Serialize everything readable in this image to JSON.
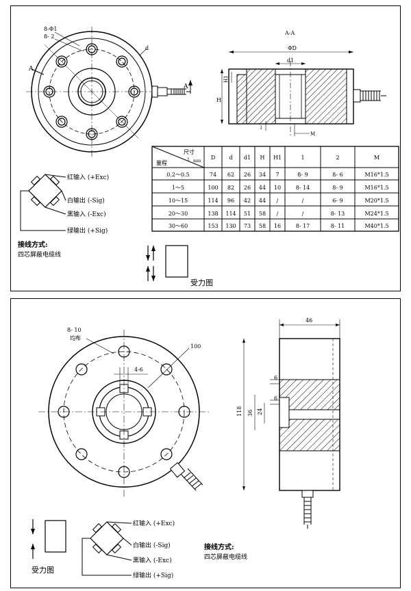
{
  "top": {
    "section_label": "A-A",
    "label_holes": "8-Φ1",
    "label_holes2": "8- 2",
    "label_d_front": "d",
    "label_A_left": "A",
    "label_A_right": "A",
    "dim_phiD": "ΦD",
    "dim_d1": "d1",
    "dim_H": "H",
    "dim_H1": "H1",
    "dim_l": "l",
    "dim_M": "M",
    "table": {
      "corner_top": "尺寸",
      "corner_bottom": "量程",
      "corner_t": "t",
      "corner_mm": "mm",
      "headers": [
        "D",
        "d",
        "d1",
        "H",
        "H1",
        "1",
        "2",
        "M"
      ],
      "rows": [
        [
          "0.2～0.5",
          "74",
          "62",
          "26",
          "34",
          "7",
          "8-  9",
          "8-  6",
          "M16*1.5"
        ],
        [
          "1～5",
          "100",
          "82",
          "26",
          "44",
          "10",
          "8-  14",
          "8-  9",
          "M16*1.5"
        ],
        [
          "10～15",
          "114",
          "96",
          "42",
          "44",
          "/",
          "/",
          "6-  9",
          "M20*1.5"
        ],
        [
          "20～30",
          "138",
          "114",
          "51",
          "58",
          "/",
          "/",
          "8-  13",
          "M24*1.5"
        ],
        [
          "30～60",
          "153",
          "130",
          "73",
          "58",
          "16",
          "8-  17",
          "8-  11",
          "M40*1.5"
        ]
      ]
    },
    "wiring": [
      "红输入 (+Exc)",
      "白输出 (-Sig)",
      "黑输入 (-Exc)",
      "绿输出 (+Sig)"
    ],
    "wiring_method_title": "接线方式:",
    "wiring_method_desc": "四芯屏蔽电缆线",
    "force_label": "受力图"
  },
  "bottom": {
    "label_holes": "8- 10",
    "label_even": "均布",
    "label_slot": "4-6",
    "dim_100": "100",
    "dim_46": "46",
    "dim_6a": "6",
    "dim_6b": "6",
    "dim_24": "24",
    "dim_36": "36",
    "dim_118": "118",
    "wiring": [
      "红输入 (+Exc)",
      "白输出 (-Sig)",
      "黑输入 (-Exc)",
      "绿输出 (+Sig)"
    ],
    "wiring_method_title": "接线方式:",
    "wiring_method_desc": "四芯屏蔽电缆线",
    "force_label": "受力图"
  }
}
